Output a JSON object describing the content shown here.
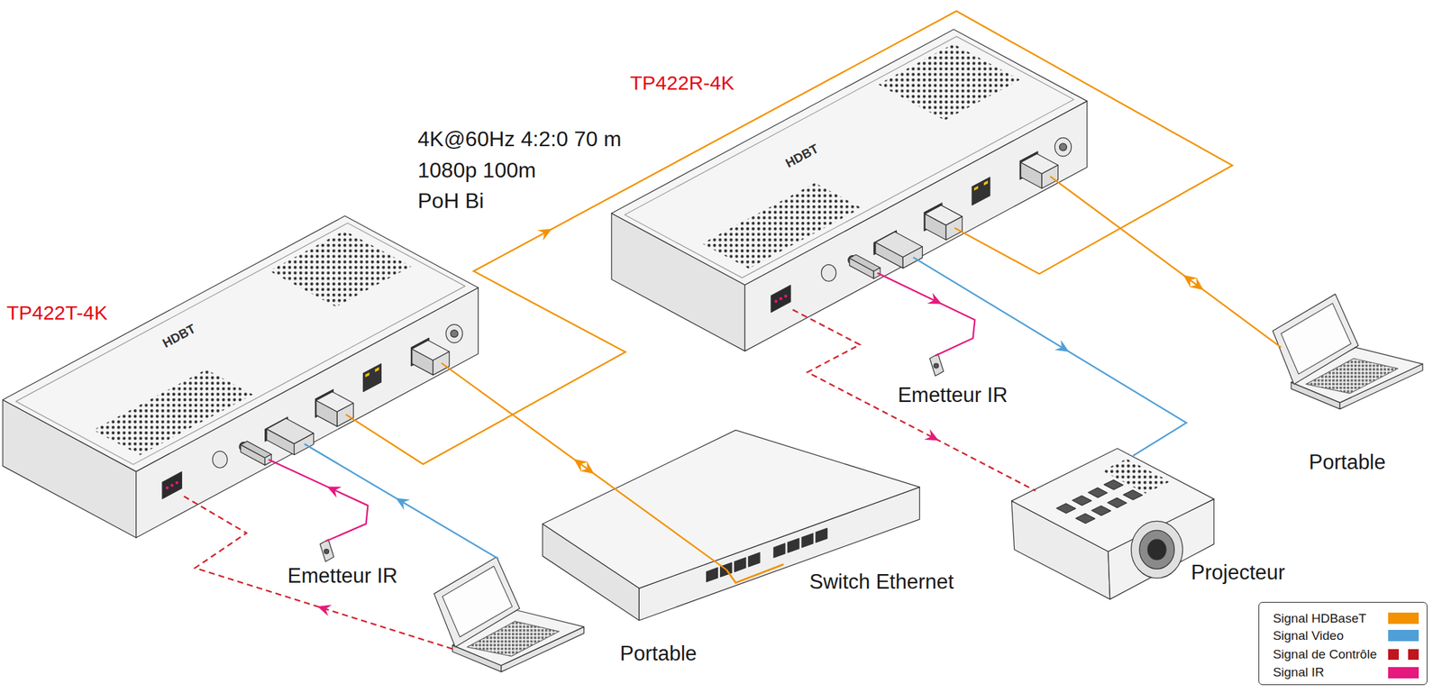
{
  "diagram": {
    "nodes": [
      {
        "text": [
          "TP422T-4K"
        ]
      },
      {
        "text": [
          "TP422R-4K"
        ]
      },
      {
        "text": [
          "Emetteur IR"
        ]
      },
      {
        "text": [
          "Portable"
        ]
      },
      {
        "text": [
          "Switch Ethernet"
        ]
      },
      {
        "text": [
          "Emetteur IR"
        ]
      },
      {
        "text": [
          "Projecteur"
        ]
      },
      {
        "text": [
          "Portable"
        ]
      }
    ],
    "edges": [
      {
        "from": 0,
        "to": 1,
        "arrow": "to"
      },
      {
        "from": 0,
        "to": 4,
        "arrow": "both"
      },
      {
        "from": 3,
        "to": 0,
        "arrow": "to"
      },
      {
        "from": 3,
        "to": 0,
        "arrow": "to"
      },
      {
        "from": 2,
        "to": 0,
        "arrow": "to"
      },
      {
        "from": 1,
        "to": 6,
        "arrow": "to"
      },
      {
        "from": 1,
        "to": 6,
        "arrow": "to"
      },
      {
        "from": 1,
        "to": 5,
        "arrow": "to"
      },
      {
        "from": 1,
        "to": 7,
        "arrow": "both"
      }
    ],
    "labels": [
      "4K@60Hz 4:2:0 70 m",
      "1080p 100m",
      "PoH Bi",
      "HDBT",
      "HDBT"
    ],
    "legend": [
      {
        "text": "Signal HDBaseT",
        "color": "#f39200"
      },
      {
        "text": "Signal Video",
        "color": "#4f9fd8"
      },
      {
        "text": "Signal de Contrôle"
      },
      {
        "text": "Signal IR",
        "color": "#e5197e"
      }
    ]
  }
}
